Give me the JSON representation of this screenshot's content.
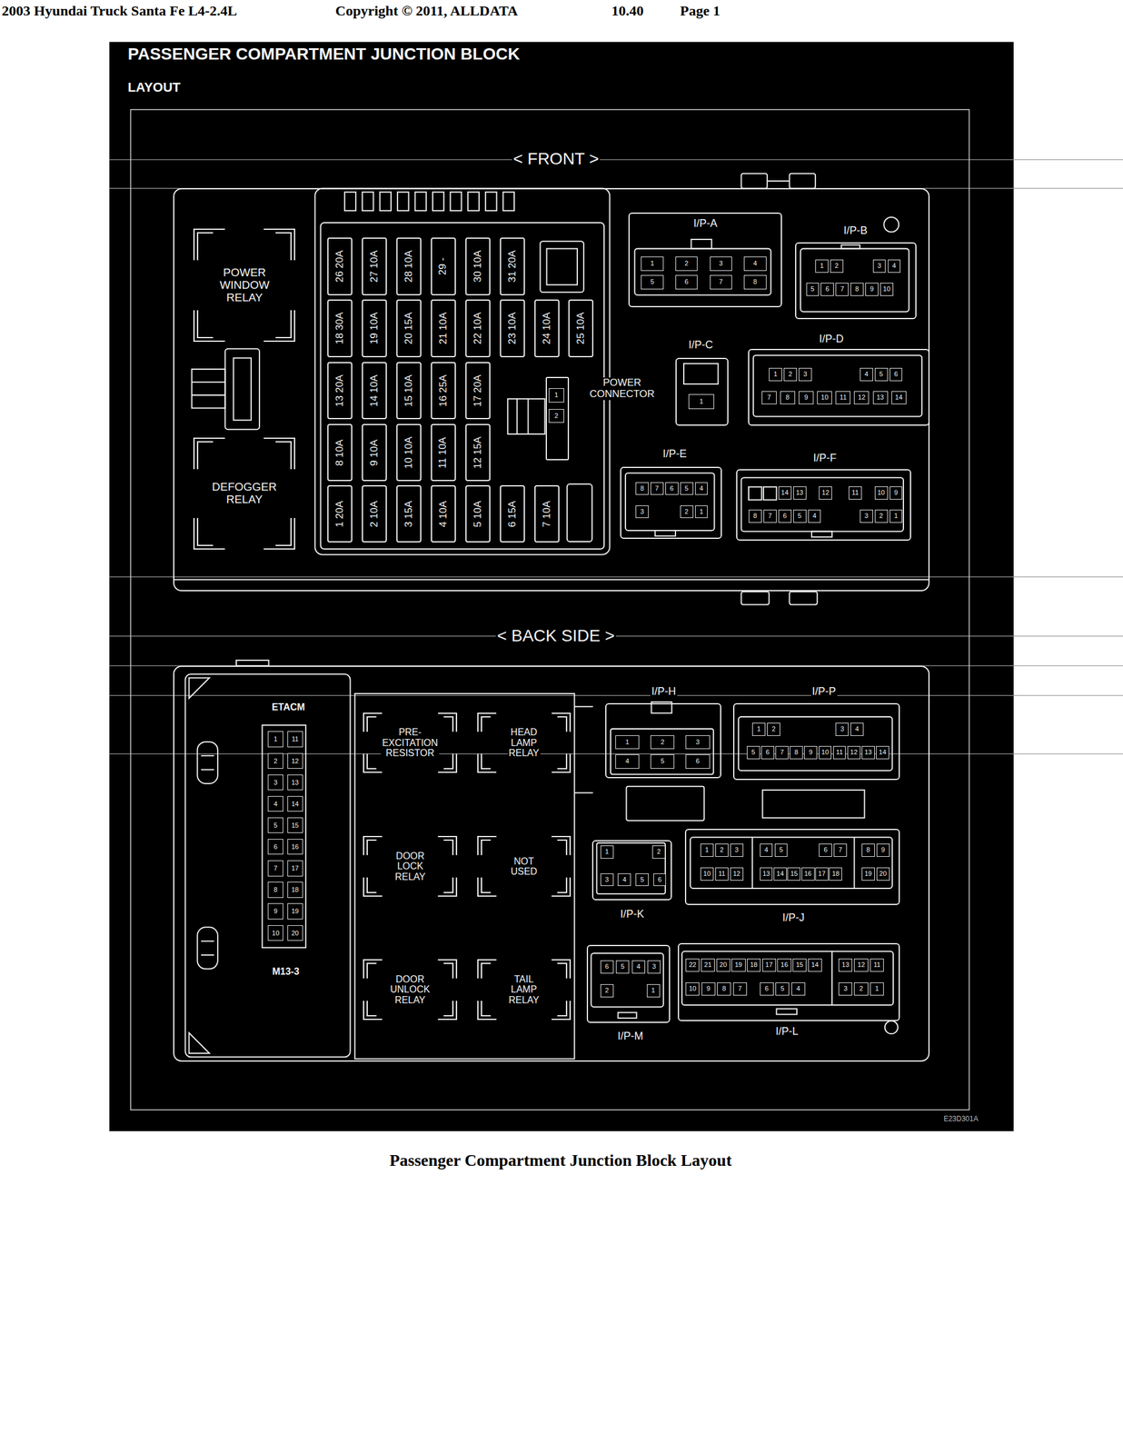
{
  "diagram": {
    "title": "PASSENGER COMPARTMENT JUNCTION BLOCK",
    "caption": "Passenger Compartment Junction Block Layout",
    "nodes": [
      {
        "text": [
          "< FRONT >"
        ]
      },
      {
        "text": [
          "POWER WINDOW RELAY"
        ],
        "in": 0
      },
      {
        "text": [
          "DEFOGGER RELAY"
        ],
        "in": 0
      },
      {
        "text": [
          "26 20A"
        ],
        "in": 0
      },
      {
        "text": [
          "27 10A"
        ],
        "in": 0
      },
      {
        "text": [
          "28 10A"
        ],
        "in": 0
      },
      {
        "text": [
          "29 -"
        ],
        "in": 0
      },
      {
        "text": [
          "30 10A"
        ],
        "in": 0
      },
      {
        "text": [
          "31 20A"
        ],
        "in": 0
      },
      {
        "text": [
          "18 30A"
        ],
        "in": 0
      },
      {
        "text": [
          "19 10A"
        ],
        "in": 0
      },
      {
        "text": [
          "20 15A"
        ],
        "in": 0
      },
      {
        "text": [
          "21 10A"
        ],
        "in": 0
      },
      {
        "text": [
          "22 10A"
        ],
        "in": 0
      },
      {
        "text": [
          "23 10A"
        ],
        "in": 0
      },
      {
        "text": [
          "24 10A"
        ],
        "in": 0
      },
      {
        "text": [
          "25 10A"
        ],
        "in": 0
      },
      {
        "text": [
          "13 20A"
        ],
        "in": 0
      },
      {
        "text": [
          "14 10A"
        ],
        "in": 0
      },
      {
        "text": [
          "15 10A"
        ],
        "in": 0
      },
      {
        "text": [
          "16 25A"
        ],
        "in": 0
      },
      {
        "text": [
          "17 20A"
        ],
        "in": 0
      },
      {
        "text": [
          "8 10A"
        ],
        "in": 0
      },
      {
        "text": [
          "9 10A"
        ],
        "in": 0
      },
      {
        "text": [
          "10 10A"
        ],
        "in": 0
      },
      {
        "text": [
          "11 10A"
        ],
        "in": 0
      },
      {
        "text": [
          "12 15A"
        ],
        "in": 0
      },
      {
        "text": [
          "1 20A"
        ],
        "in": 0
      },
      {
        "text": [
          "2 10A"
        ],
        "in": 0
      },
      {
        "text": [
          "3 15A"
        ],
        "in": 0
      },
      {
        "text": [
          "4 10A"
        ],
        "in": 0
      },
      {
        "text": [
          "5 10A"
        ],
        "in": 0
      },
      {
        "text": [
          "6 15A"
        ],
        "in": 0
      },
      {
        "text": [
          "7 10A"
        ],
        "in": 0
      },
      {
        "text": [
          "POWER CONNECTOR"
        ],
        "in": 0
      },
      {
        "text": [
          "I/P-A"
        ],
        "in": 0
      },
      {
        "text": [
          "I/P-B"
        ],
        "in": 0
      },
      {
        "text": [
          "I/P-C"
        ],
        "in": 0
      },
      {
        "text": [
          "I/P-D"
        ],
        "in": 0
      },
      {
        "text": [
          "I/P-E"
        ],
        "in": 0
      },
      {
        "text": [
          "I/P-F"
        ],
        "in": 0
      },
      {
        "text": [
          "< BACK SIDE >"
        ]
      },
      {
        "text": [
          "ETACM",
          "M13-3"
        ],
        "in": 41
      },
      {
        "text": [
          "PRE- EXCITATION RESISTOR"
        ],
        "in": 41
      },
      {
        "text": [
          "HEAD LAMP RELAY"
        ],
        "in": 41
      },
      {
        "text": [
          "I/P-H"
        ],
        "in": 41
      },
      {
        "text": [
          "I/P-P"
        ],
        "in": 41
      },
      {
        "text": [
          "DOOR LOCK RELAY"
        ],
        "in": 41
      },
      {
        "text": [
          "NOT USED"
        ],
        "in": 41
      },
      {
        "text": [
          "I/P-K"
        ],
        "in": 41
      },
      {
        "text": [
          "I/P-J"
        ],
        "in": 41
      },
      {
        "text": [
          "DOOR UNLOCK RELAY"
        ],
        "in": 41
      },
      {
        "text": [
          "TAIL LAMP RELAY"
        ],
        "in": 41
      },
      {
        "text": [
          "I/P-M"
        ],
        "in": 41
      },
      {
        "text": [
          "I/P-L"
        ],
        "in": 41
      }
    ],
    "labels": [
      "2003 Hyundai Truck Santa Fe L4-2.4L",
      "Copyright © 2011, ALLDATA",
      "10.40",
      "Page 1",
      "LAYOUT",
      "1",
      "2",
      "1",
      "2",
      "3",
      "4",
      "5",
      "6",
      "7",
      "8",
      "1",
      "2",
      "3",
      "4",
      "5",
      "6",
      "7",
      "8",
      "9",
      "10",
      "1",
      "1",
      "2",
      "3",
      "4",
      "5",
      "6",
      "7",
      "8",
      "9",
      "10",
      "11",
      "12",
      "13",
      "14",
      "8",
      "7",
      "6",
      "5",
      "4",
      "3",
      "2",
      "1",
      "14",
      "13",
      "12",
      "11",
      "10",
      "9",
      "8",
      "7",
      "6",
      "5",
      "4",
      "3",
      "2",
      "1",
      "1",
      "2",
      "3",
      "4",
      "5",
      "6",
      "7",
      "8",
      "9",
      "10",
      "11",
      "12",
      "13",
      "14",
      "15",
      "16",
      "17",
      "18",
      "19",
      "20",
      "1",
      "2",
      "3",
      "4",
      "5",
      "6",
      "1",
      "2",
      "3",
      "4",
      "5",
      "6",
      "7",
      "8",
      "9",
      "10",
      "11",
      "12",
      "13",
      "14",
      "1",
      "2",
      "3",
      "4",
      "5",
      "6",
      "1",
      "2",
      "3",
      "4",
      "5",
      "6",
      "7",
      "8",
      "9",
      "10",
      "11",
      "12",
      "13",
      "14",
      "15",
      "16",
      "17",
      "18",
      "19",
      "20",
      "6",
      "5",
      "4",
      "3",
      "2",
      "1",
      "22",
      "21",
      "20",
      "19",
      "18",
      "17",
      "16",
      "15",
      "14",
      "13",
      "12",
      "11",
      "10",
      "9",
      "8",
      "7",
      "6",
      "5",
      "4",
      "3",
      "2",
      "1",
      "E23D301A"
    ]
  }
}
